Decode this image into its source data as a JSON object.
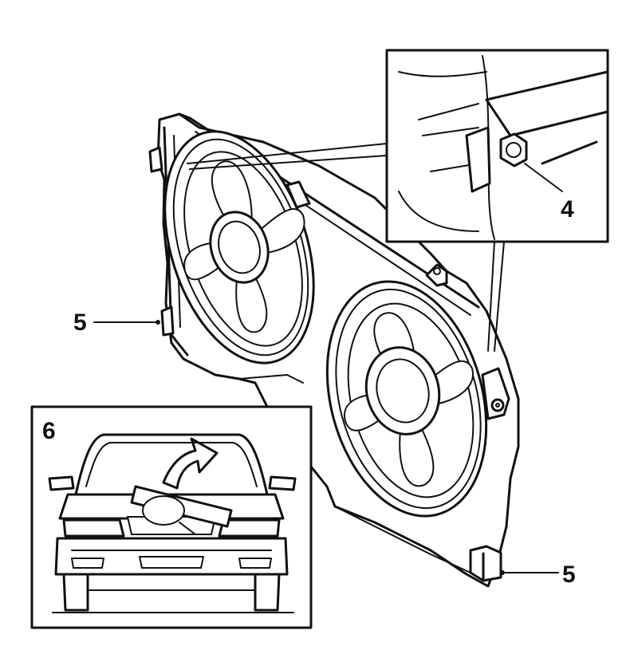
{
  "callouts": {
    "bolt": "4",
    "mount_left": "5",
    "mount_right": "5",
    "inset": "6"
  },
  "colors": {
    "line": "#111111",
    "background": "#ffffff"
  }
}
